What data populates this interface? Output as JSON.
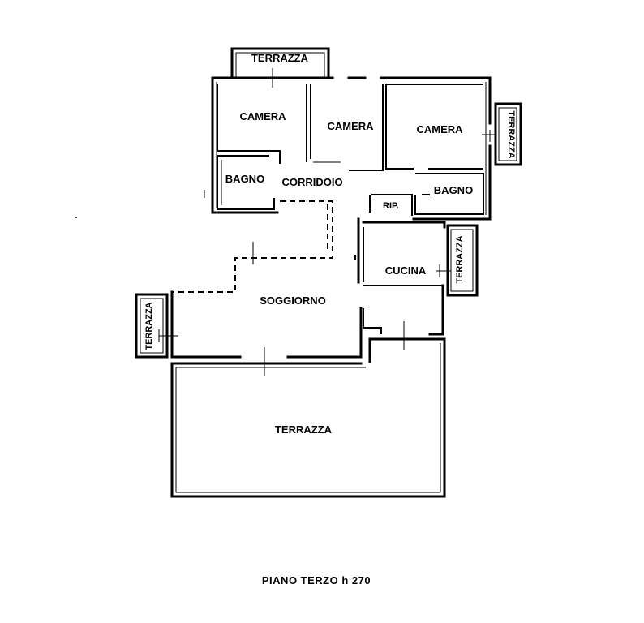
{
  "rooms": {
    "terrazza_top": "TERRAZZA",
    "camera_1": "CAMERA",
    "camera_2": "CAMERA",
    "camera_3": "CAMERA",
    "terrazza_right_upper": "TERRAZZA",
    "bagno_1": "BAGNO",
    "corridoio": "CORRIDOIO",
    "bagno_2": "BAGNO",
    "ripostiglio": "RIP.",
    "terrazza_right_lower": "TERRAZZA",
    "cucina": "CUCINA",
    "terrazza_left": "TERRAZZA",
    "soggiorno": "SOGGIORNO",
    "terrazza_main": "TERRAZZA"
  },
  "caption": "PIANO TERZO h 270"
}
